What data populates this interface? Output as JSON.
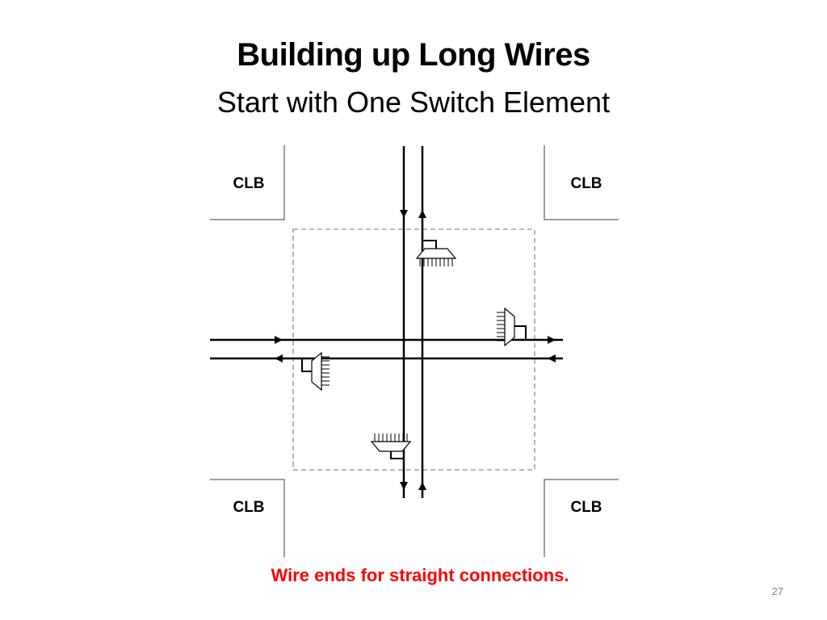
{
  "slide": {
    "title": "Building up Long Wires",
    "subtitle": "Start with One Switch Element",
    "caption": "Wire ends for straight connections.",
    "page_number": "27"
  },
  "diagram": {
    "clb_labels": [
      "CLB",
      "CLB",
      "CLB",
      "CLB"
    ]
  },
  "colors": {
    "caption": "#ff0000",
    "wire": "#000000",
    "clb_border": "#7f7f7f",
    "switch_box_border": "#8c8c8c"
  }
}
